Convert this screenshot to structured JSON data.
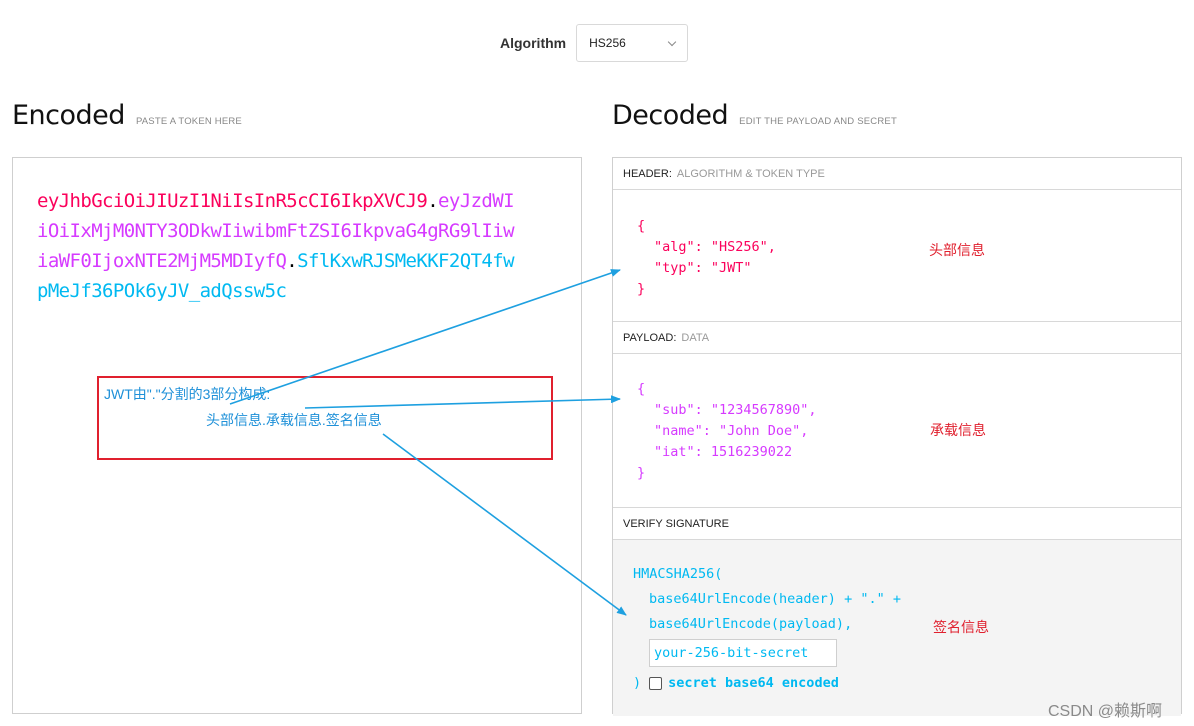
{
  "algorithm": {
    "label": "Algorithm",
    "selected": "HS256"
  },
  "encoded": {
    "title": "Encoded",
    "subtitle": "PASTE A TOKEN HERE",
    "token": {
      "header": "eyJhbGciOiJIUzI1NiIsInR5cCI6IkpXVCJ9",
      "dot1": ".",
      "payload": "eyJzdWIiOiIxMjM0NTY3ODkwIiwibmFtZSI6IkpvaG4gRG9lIiwiaWF0IjoxNTE2MjM5MDIyfQ",
      "dot2": ".",
      "signature": "SflKxwRJSMeKKF2QT4fwpMeJf36POk6yJV_adQssw5c"
    }
  },
  "annotation": {
    "line1": "JWT由\".\"分割的3部分构成:",
    "line2": "头部信息.承载信息.签名信息"
  },
  "decoded": {
    "title": "Decoded",
    "subtitle": "EDIT THE PAYLOAD AND SECRET",
    "header_pane": {
      "label": "HEADER:",
      "sublabel": "ALGORITHM & TOKEN TYPE",
      "lines": [
        "{",
        "\"alg\": \"HS256\",",
        "\"typ\": \"JWT\"",
        "}"
      ],
      "note": "头部信息"
    },
    "payload_pane": {
      "label": "PAYLOAD:",
      "sublabel": "DATA",
      "lines": [
        "{",
        "\"sub\": \"1234567890\",",
        "\"name\": \"John Doe\",",
        "\"iat\": 1516239022",
        "}"
      ],
      "note": "承载信息"
    },
    "signature_pane": {
      "label": "VERIFY SIGNATURE",
      "line1": "HMACSHA256(",
      "line2": "base64UrlEncode(header) + \".\" +",
      "line3": "base64UrlEncode(payload),",
      "secret_value": "your-256-bit-secret",
      "close": ")",
      "checkbox_label": "secret base64 encoded",
      "note": "签名信息"
    }
  },
  "watermark": "CSDN @赖斯啊",
  "colors": {
    "header": "#fb015b",
    "payload": "#d63aff",
    "signature": "#00b9f1",
    "annotation": "#1e90d8",
    "note": "#e0202e"
  }
}
